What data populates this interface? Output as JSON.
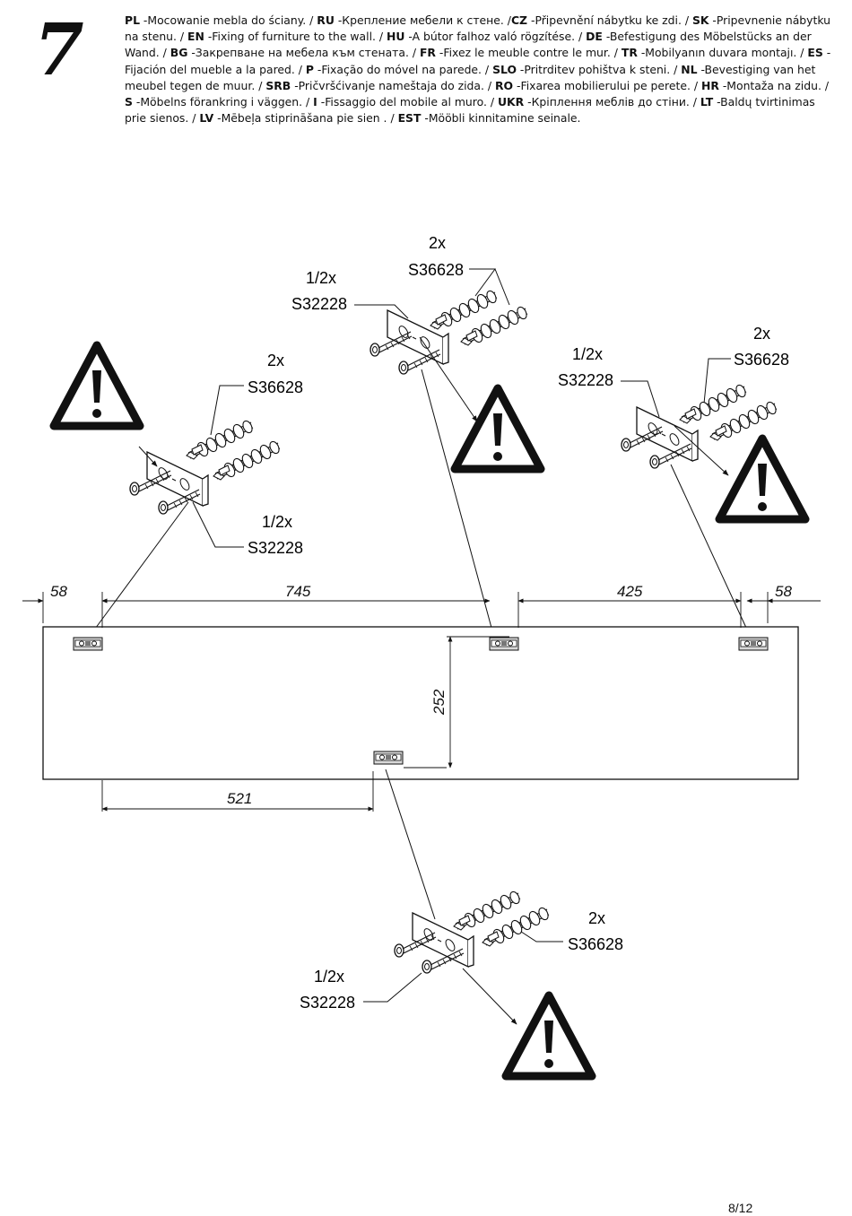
{
  "step": {
    "number": "7"
  },
  "instructions": [
    {
      "code": "PL",
      "text": " -Mocowanie mebla do ściany. / "
    },
    {
      "code": "RU",
      "text": " -Крепление мебели к стене. /"
    },
    {
      "code": "CZ",
      "text": " -Připevnění nábytku ke zdi. / "
    },
    {
      "code": "SK",
      "text": " -Pripevnenie nábytku na stenu. / "
    },
    {
      "code": "EN",
      "text": " -Fixing of furniture to the wall. / "
    },
    {
      "code": "HU",
      "text": " -A bútor falhoz való rögzítése. / "
    },
    {
      "code": "DE",
      "text": " -Befestigung des Möbelstücks an der Wand. / "
    },
    {
      "code": "BG",
      "text": " -Закрепване на мебела към стената. / "
    },
    {
      "code": "FR",
      "text": " -Fixez le meuble contre le mur. / "
    },
    {
      "code": "TR",
      "text": " -Mobilyanın duvara montajı. / "
    },
    {
      "code": "ES",
      "text": " -Fijación del mueble a la pared. / "
    },
    {
      "code": "P",
      "text": " -Fixação do móvel na parede. / "
    },
    {
      "code": "SLO",
      "text": " -Pritrditev pohištva k steni. / "
    },
    {
      "code": "NL",
      "text": " -Bevestiging van het meubel tegen de muur. / "
    },
    {
      "code": "SRB",
      "text": " -Pričvršćivanje nameštaja do zida. / "
    },
    {
      "code": "RO",
      "text": " -Fixarea mobilierului pe perete. / "
    },
    {
      "code": "HR",
      "text": " -Montaža na zidu. / "
    },
    {
      "code": "S",
      "text": " -Möbelns förankring i väggen. / "
    },
    {
      "code": "I",
      "text": " -Fissaggio del mobile al muro. / "
    },
    {
      "code": "UKR",
      "text": " -Кріплення меблів до стіни. / "
    },
    {
      "code": "LT",
      "text": " -Baldų tvirtinimas prie sienos. / "
    },
    {
      "code": "LV",
      "text": " -Mēbeļa stiprināšana pie sien            . / "
    },
    {
      "code": "EST",
      "text": " -Mööbli kinnitamine seinale."
    }
  ],
  "hardware": {
    "top_center": {
      "dowel_qty": "2x",
      "dowel_code": "S36628",
      "bracket_qty": "1/2x",
      "bracket_code": "S32228"
    },
    "left": {
      "dowel_qty": "2x",
      "dowel_code": "S36628",
      "bracket_qty": "1/2x",
      "bracket_code": "S32228"
    },
    "right": {
      "dowel_qty": "2x",
      "dowel_code": "S36628",
      "bracket_qty": "1/2x",
      "bracket_code": "S32228"
    },
    "bottom": {
      "dowel_qty": "2x",
      "dowel_code": "S36628",
      "bracket_qty": "1/2x",
      "bracket_code": "S32228"
    }
  },
  "dimensions": {
    "left_margin": "58",
    "left_span": "745",
    "right_span": "425",
    "right_margin": "58",
    "vertical_offset": "252",
    "bottom_offset": "521"
  },
  "page": {
    "number": "8/12"
  }
}
